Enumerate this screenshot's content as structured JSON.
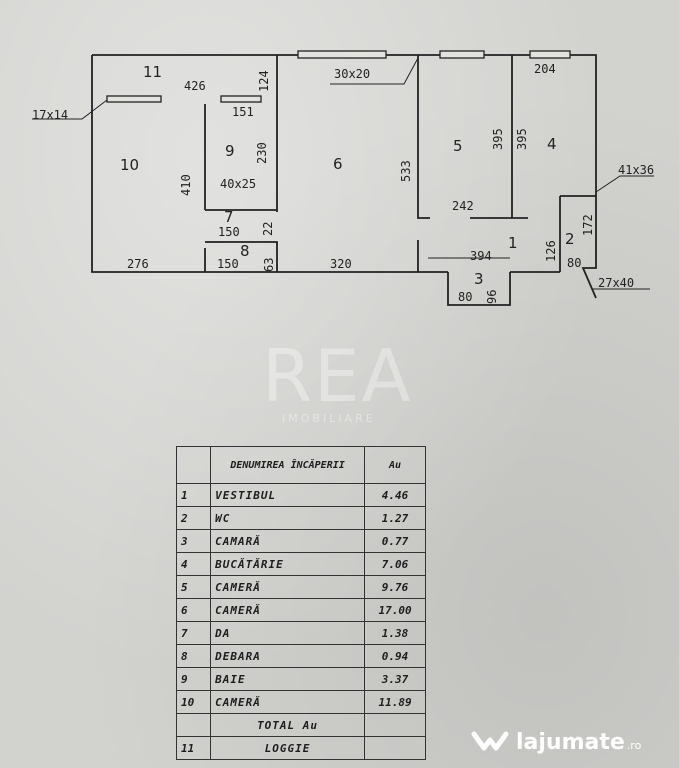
{
  "plan": {
    "rooms": {
      "r1": "1",
      "r2": "2",
      "r3": "3",
      "r4": "4",
      "r5": "5",
      "r6": "6",
      "r7": "7",
      "r8": "8",
      "r9": "9",
      "r10": "10",
      "r11": "11"
    },
    "dims": {
      "d17x14": "17x14",
      "d426": "426",
      "d151": "151",
      "d124": "124",
      "d30x20": "30x20",
      "d204": "204",
      "d395a": "395",
      "d395b": "395",
      "d230": "230",
      "d410": "410",
      "d40x25": "40x25",
      "d533": "533",
      "d242": "242",
      "d41x36": "41x36",
      "d150a": "150",
      "d22": "22",
      "d126": "126",
      "d172": "172",
      "d80a": "80",
      "d276": "276",
      "d150b": "150",
      "d63": "63",
      "d320": "320",
      "d394": "394",
      "d80b": "80",
      "d96": "96",
      "d27x40": "27x40"
    }
  },
  "legend": {
    "header_name": "DENUMIREA ÎNCĂPERII",
    "header_area": "Au",
    "rows": [
      {
        "no": "1",
        "name": "VESTIBUL",
        "area": "4.46"
      },
      {
        "no": "2",
        "name": "WC",
        "area": "1.27"
      },
      {
        "no": "3",
        "name": "CAMARĂ",
        "area": "0.77"
      },
      {
        "no": "4",
        "name": "BUCĂTĂRIE",
        "area": "7.06"
      },
      {
        "no": "5",
        "name": "CAMERĂ",
        "area": "9.76"
      },
      {
        "no": "6",
        "name": "CAMERĂ",
        "area": "17.00"
      },
      {
        "no": "7",
        "name": "DA",
        "area": "1.38"
      },
      {
        "no": "8",
        "name": "DEBARA",
        "area": "0.94"
      },
      {
        "no": "9",
        "name": "BAIE",
        "area": "3.37"
      },
      {
        "no": "10",
        "name": "CAMERĂ",
        "area": "11.89"
      },
      {
        "no": "",
        "name": "TOTAL Au",
        "area": ""
      },
      {
        "no": "11",
        "name": "LOGGIE",
        "area": ""
      }
    ]
  },
  "watermark": {
    "main": "REA",
    "sub": "IMOBILIARE"
  },
  "brand": {
    "name": "lajumate",
    "tld": ".ro"
  },
  "colors": {
    "paper": "#d2d2cf",
    "ink": "#1d1d1d",
    "brand": "#ffffff"
  }
}
